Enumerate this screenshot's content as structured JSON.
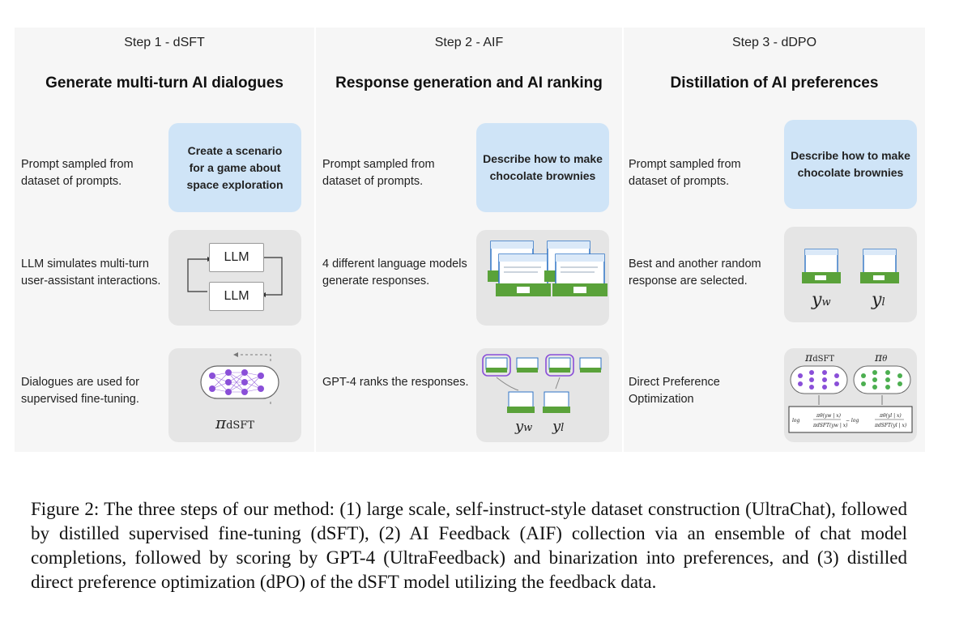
{
  "steps": [
    {
      "label": "Step 1 - dSFT",
      "title": "Generate multi-turn AI dialogues",
      "rows": [
        "Prompt sampled from\ndataset of prompts.",
        "LLM simulates multi-turn\nuser-assistant interactions.",
        "Dialogues are used for\nsupervised fine-tuning."
      ],
      "prompt_text": "Create a scenario\nfor a game about\nspace exploration",
      "llm_labels": [
        "LLM",
        "LLM"
      ],
      "pi_symbol": "π",
      "pi_subscript": "dSFT"
    },
    {
      "label": "Step 2 - AIF",
      "title": "Response generation and AI ranking",
      "rows": [
        "Prompt sampled from\ndataset of prompts.",
        "4 different language models\ngenerate responses.",
        "GPT-4 ranks the responses."
      ],
      "prompt_text": "Describe how to make\nchocolate brownies",
      "y_w": "yw",
      "y_l": "yl"
    },
    {
      "label": "Step 3 - dDPO",
      "title": "Distillation of AI preferences",
      "rows": [
        "Prompt sampled from\ndataset of prompts.",
        "Best and another random\nresponse are selected.",
        "Direct Preference\nOptimization"
      ],
      "prompt_text": "Describe how to make\nchocolate brownies",
      "y_w": "yw",
      "y_l": "yl",
      "pi_dsft_sub": "dSFT",
      "pi_theta_sub": "θ"
    }
  ],
  "recipe_title": "Recipe:",
  "caption": "Figure 2: The three steps of our method: (1) large scale, self-instruct-style dataset construction (UltraChat), followed by distilled supervised fine-tuning (dSFT), (2) AI Feedback (AIF) collection via an ensemble of chat model completions, followed by scoring by GPT-4 (UltraFeedback) and binarization into preferences, and (3) distilled direct preference optimization (dPO) of the dSFT model utilizing the feedback data.",
  "colors": {
    "panel_bg": "#f6f6f6",
    "prompt_bg": "#cfe4f7",
    "grey_box": "#e5e5e5",
    "purple": "#8a4fd8",
    "green": "#4caf50",
    "recipe_green": "#5aa23a",
    "recipe_blue": "#2f74c6"
  }
}
